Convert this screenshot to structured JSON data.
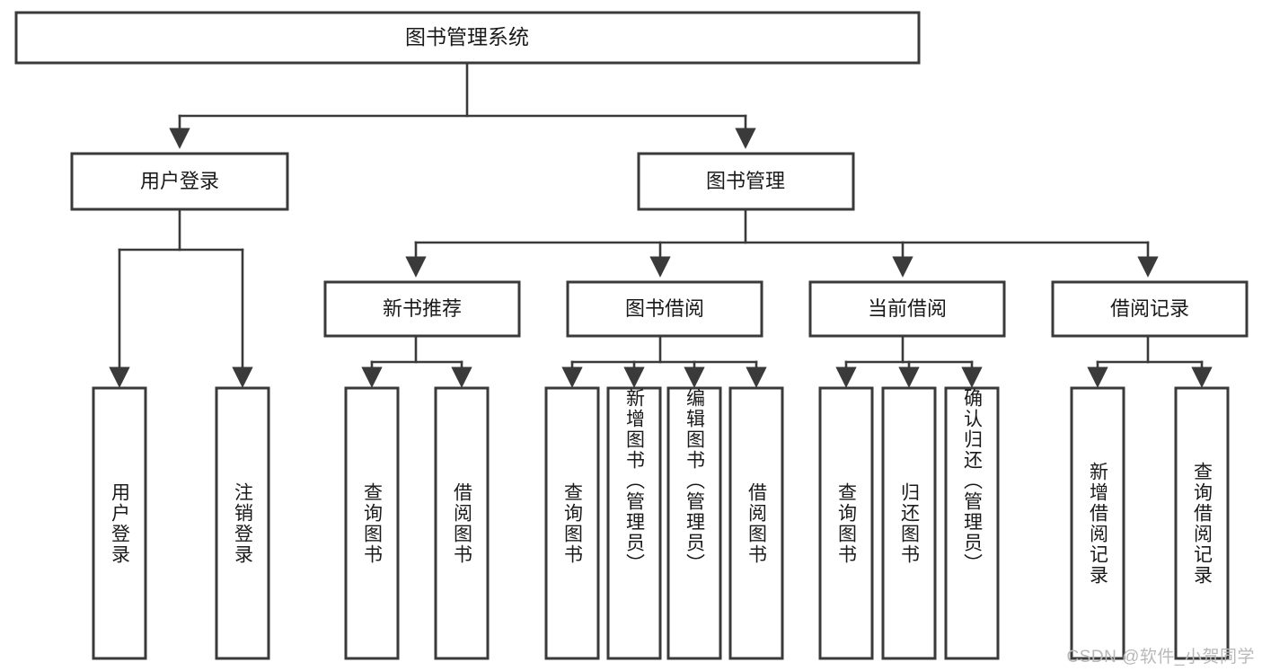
{
  "diagram": {
    "type": "tree",
    "title": "图书管理系统",
    "orientation": "top-down",
    "watermark": "CSDN @软件_小贺同学",
    "colors": {
      "box_stroke": "#3a3a3a",
      "box_fill": "#ffffff",
      "edge": "#3a3a3a",
      "text": "#1a1a1a",
      "watermark": "#b8b8b8",
      "background": "#ffffff"
    },
    "root": {
      "id": "root",
      "label": "图书管理系统"
    },
    "level1": [
      {
        "id": "user-login",
        "label": "用户登录"
      },
      {
        "id": "book-management",
        "label": "图书管理"
      }
    ],
    "level2": [
      {
        "id": "new-book-recommend",
        "label": "新书推荐",
        "parent": "book-management"
      },
      {
        "id": "book-borrow",
        "label": "图书借阅",
        "parent": "book-management"
      },
      {
        "id": "current-borrow",
        "label": "当前借阅",
        "parent": "book-management"
      },
      {
        "id": "borrow-record",
        "label": "借阅记录",
        "parent": "book-management"
      }
    ],
    "leaves": [
      {
        "id": "leaf-user-login",
        "label": "用户登录",
        "parent": "user-login"
      },
      {
        "id": "leaf-logout-login",
        "label": "注销登录",
        "parent": "user-login"
      },
      {
        "id": "leaf-query-book-1",
        "label": "查询图书",
        "parent": "new-book-recommend"
      },
      {
        "id": "leaf-borrow-book-1",
        "label": "借阅图书",
        "parent": "new-book-recommend"
      },
      {
        "id": "leaf-query-book-2",
        "label": "查询图书",
        "parent": "book-borrow"
      },
      {
        "id": "leaf-add-book",
        "label": "新增图书（管理员）",
        "parent": "book-borrow"
      },
      {
        "id": "leaf-edit-book",
        "label": "编辑图书（管理员）",
        "parent": "book-borrow"
      },
      {
        "id": "leaf-borrow-book-2",
        "label": "借阅图书",
        "parent": "book-borrow"
      },
      {
        "id": "leaf-query-book-3",
        "label": "查询图书",
        "parent": "current-borrow"
      },
      {
        "id": "leaf-return-book",
        "label": "归还图书",
        "parent": "current-borrow"
      },
      {
        "id": "leaf-confirm-return",
        "label": "确认归还（管理员）",
        "parent": "current-borrow"
      },
      {
        "id": "leaf-add-record",
        "label": "新增借阅记录",
        "parent": "borrow-record"
      },
      {
        "id": "leaf-query-record",
        "label": "查询借阅记录",
        "parent": "borrow-record"
      }
    ]
  }
}
